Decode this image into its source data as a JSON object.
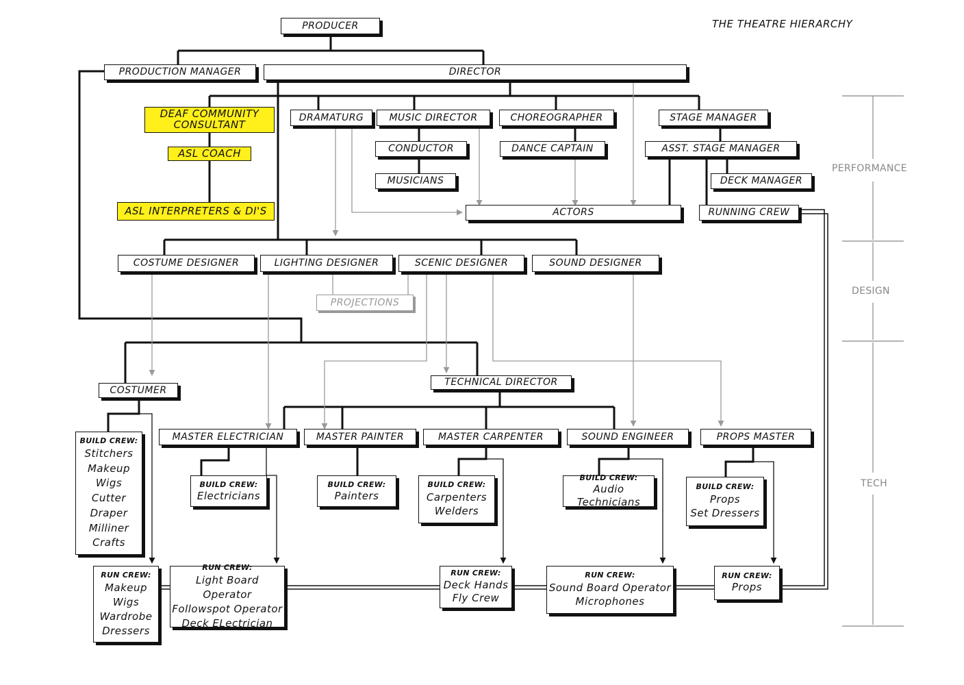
{
  "title": "THE THEATRE HIERARCHY",
  "bands": {
    "performance": "PERFORMANCE",
    "design": "DESIGN",
    "tech": "TECH"
  },
  "nodes": {
    "producer": "PRODUCER",
    "production_manager": "PRODUCTION MANAGER",
    "director": "DIRECTOR",
    "deaf_consultant": "DEAF COMMUNITY CONSULTANT",
    "asl_coach": "ASL COACH",
    "asl_interpreters": "ASL INTERPRETERS & DI'S",
    "dramaturg": "DRAMATURG",
    "music_director": "MUSIC DIRECTOR",
    "choreographer": "CHOREOGRAPHER",
    "stage_manager": "STAGE MANAGER",
    "conductor": "CONDUCTOR",
    "dance_captain": "DANCE CAPTAIN",
    "asst_stage_manager": "ASST. STAGE MANAGER",
    "musicians": "MUSICIANS",
    "deck_manager": "DECK MANAGER",
    "actors": "ACTORS",
    "running_crew": "RUNNING CREW",
    "costume_designer": "COSTUME DESIGNER",
    "lighting_designer": "LIGHTING DESIGNER",
    "scenic_designer": "SCENIC DESIGNER",
    "sound_designer": "SOUND DESIGNER",
    "projections": "PROJECTIONS",
    "costumer": "COSTUMER",
    "technical_director": "TECHNICAL DIRECTOR",
    "master_electrician": "MASTER ELECTRICIAN",
    "master_painter": "MASTER PAINTER",
    "master_carpenter": "MASTER CARPENTER",
    "sound_engineer": "SOUND ENGINEER",
    "props_master": "PROPS MASTER"
  },
  "crews": {
    "costume_build": {
      "heading": "BUILD CREW:",
      "items": [
        "Stitchers",
        "Makeup",
        "Wigs",
        "Cutter",
        "Draper",
        "Milliner",
        "Crafts"
      ]
    },
    "electric_build": {
      "heading": "BUILD CREW:",
      "items": [
        "Electricians"
      ]
    },
    "paint_build": {
      "heading": "BUILD CREW:",
      "items": [
        "Painters"
      ]
    },
    "carpenter_build": {
      "heading": "BUILD CREW:",
      "items": [
        "Carpenters",
        "Welders"
      ]
    },
    "audio_build": {
      "heading": "BUILD CREW:",
      "items": [
        "Audio Technicians"
      ]
    },
    "props_build": {
      "heading": "BUILD CREW:",
      "items": [
        "Props",
        "Set Dressers"
      ]
    },
    "costume_run": {
      "heading": "RUN CREW:",
      "items": [
        "Makeup",
        "Wigs",
        "Wardrobe",
        "Dressers"
      ]
    },
    "light_run": {
      "heading": "RUN CREW:",
      "items": [
        "Light Board Operator",
        "Followspot Operator",
        "Deck ELectrician"
      ]
    },
    "deck_run": {
      "heading": "RUN CREW:",
      "items": [
        "Deck Hands",
        "Fly Crew"
      ]
    },
    "sound_run": {
      "heading": "RUN CREW:",
      "items": [
        "Sound Board Operator",
        "Microphones"
      ]
    },
    "props_run": {
      "heading": "RUN CREW:",
      "items": [
        "Props"
      ]
    }
  }
}
